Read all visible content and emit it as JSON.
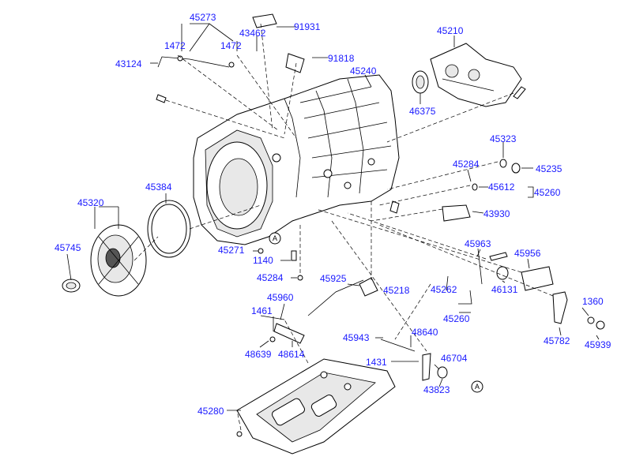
{
  "labels": {
    "p45273": "45273",
    "p1472a": "1472",
    "p1472b": "1472",
    "p43462": "43462",
    "p91931": "91931",
    "p43124": "43124",
    "p91818": "91818",
    "p45210": "45210",
    "p45240": "45240",
    "p46375": "46375",
    "p45323": "45323",
    "p45235": "45235",
    "p45284a": "45284",
    "p45612": "45612",
    "p45260a": "45260",
    "p45320": "45320",
    "p45384": "45384",
    "p43930": "43930",
    "p45745": "45745",
    "p45271": "45271",
    "p1140": "1140",
    "p45963": "45963",
    "p45956": "45956",
    "p45284b": "45284",
    "p45925": "45925",
    "p45218": "45218",
    "p45262": "45262",
    "p46131": "46131",
    "p45960": "45960",
    "p1360": "1360",
    "p1461": "1461",
    "p45260b": "45260",
    "p45782": "45782",
    "p45939": "45939",
    "p48640": "48640",
    "p45943": "45943",
    "p48639": "48639",
    "p48614": "48614",
    "p46704": "46704",
    "p1431": "1431",
    "p43823": "43823",
    "p45280": "45280"
  },
  "callouts": {
    "a1": "A",
    "a2": "A"
  },
  "colors": {
    "label": "#1a1aff",
    "line": "#000000"
  }
}
